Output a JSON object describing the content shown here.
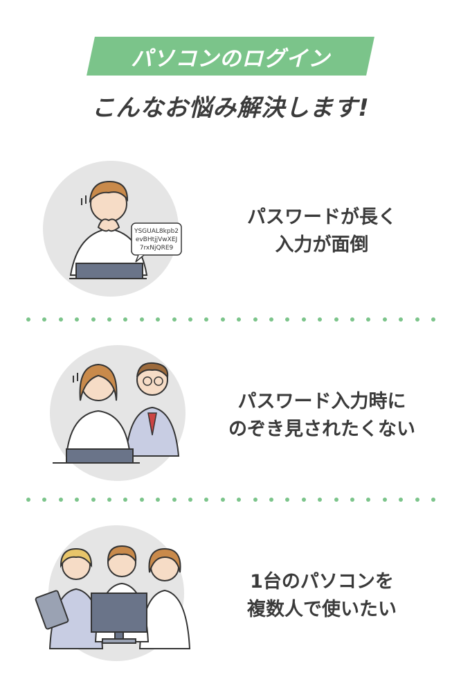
{
  "header": {
    "banner": "パソコンのログイン",
    "subtitle": "こんなお悩み解決します!"
  },
  "items": [
    {
      "caption_line1": "パスワードが長く",
      "caption_line2": "入力が面倒",
      "bubble_lines": [
        "YSGUAL8kpb2",
        "evBHtjjVwXEJ",
        "7rxNjQRE9"
      ]
    },
    {
      "caption_line1": "パスワード入力時に",
      "caption_line2": "のぞき見されたくない"
    },
    {
      "caption_line1": "1台のパソコンを",
      "caption_line2": "複数人で使いたい"
    }
  ],
  "colors": {
    "accent_green": "#7bc48a",
    "circle_gray": "#e5e5e5",
    "text_dark": "#3a3a3a"
  }
}
